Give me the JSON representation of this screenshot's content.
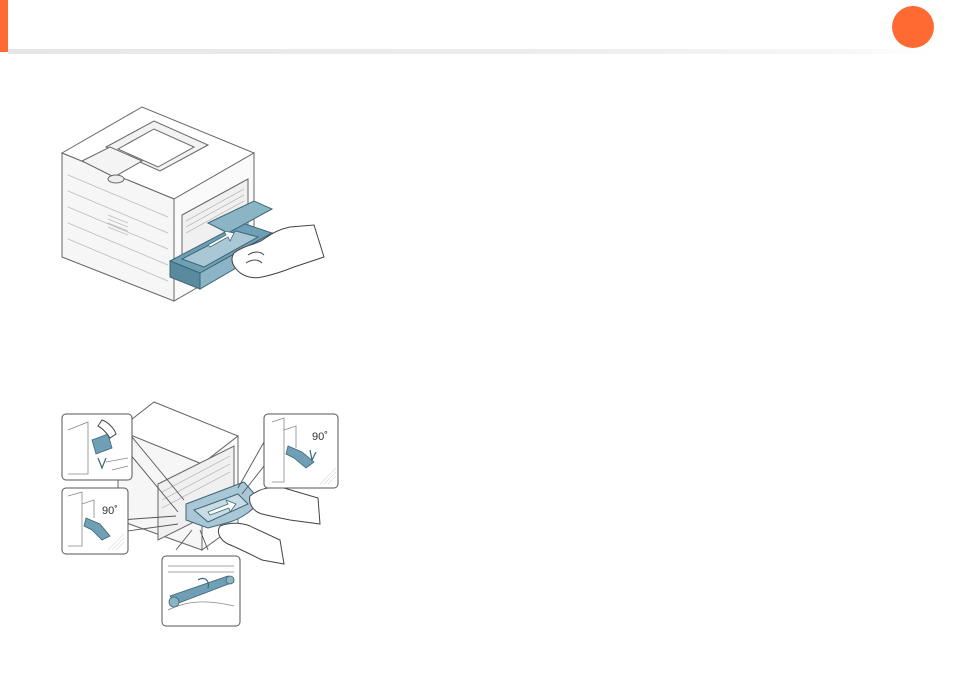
{
  "header": {
    "accent_color": "#ff6a33",
    "badge_color": "#ff6a33"
  },
  "illustrations": {
    "tray_removal": {
      "icon": "printer-tray-removal-illustration"
    },
    "paper_jam": {
      "icon": "printer-paper-jam-illustration",
      "angle_label_right": "90˚",
      "angle_label_left": "90˚"
    }
  },
  "colors": {
    "highlight_part": "#6f9fb4",
    "highlight_part_light": "#a9c7d4",
    "line": "#555555"
  }
}
